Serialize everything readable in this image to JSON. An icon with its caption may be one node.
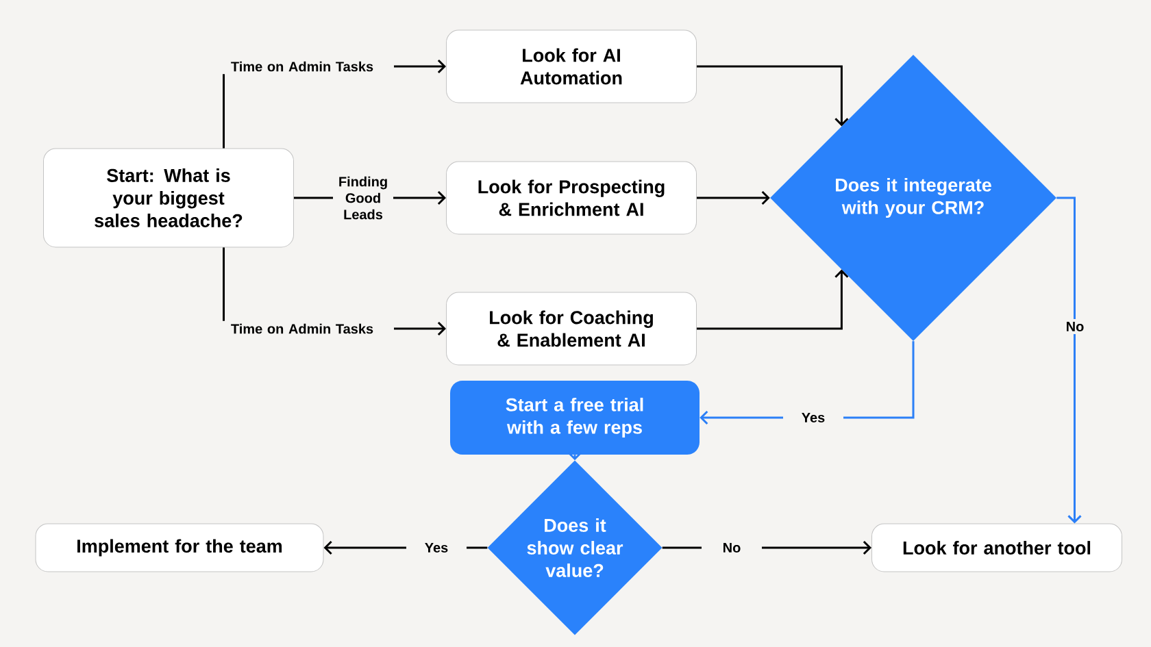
{
  "diagram": {
    "nodes": [
      {
        "text": [
          "Start: What is your biggest sales headache?"
        ]
      },
      {
        "text": [
          "Look for AI Automation"
        ]
      },
      {
        "text": [
          "Look for Prospecting & Enrichment AI"
        ]
      },
      {
        "text": [
          "Look for Coaching & Enablement AI"
        ]
      },
      {
        "text": [
          "Does it integerate with your CRM?"
        ]
      },
      {
        "text": [
          "Start a free trial with a few reps"
        ]
      },
      {
        "text": [
          "Does it show clear value?"
        ]
      },
      {
        "text": [
          "Implement for the team"
        ]
      },
      {
        "text": [
          "Look for another tool"
        ]
      }
    ],
    "edges": [
      {
        "from": 0,
        "to": 1,
        "arrow": "to",
        "label": "Time on Admin Tasks"
      },
      {
        "from": 0,
        "to": 2,
        "arrow": "to",
        "label": "Finding Good Leads"
      },
      {
        "from": 0,
        "to": 3,
        "arrow": "to",
        "label": "Time on Admin Tasks"
      },
      {
        "from": 1,
        "to": 4,
        "arrow": "to"
      },
      {
        "from": 2,
        "to": 4,
        "arrow": "to"
      },
      {
        "from": 3,
        "to": 4,
        "arrow": "to"
      },
      {
        "from": 4,
        "to": 5,
        "arrow": "to",
        "label": "Yes",
        "color": "#2b7ff7"
      },
      {
        "from": 4,
        "to": 8,
        "arrow": "to",
        "label": "No",
        "color": "#2b7ff7"
      },
      {
        "from": 5,
        "to": 6,
        "arrow": "to",
        "color": "#2b7ff7"
      },
      {
        "from": 6,
        "to": 7,
        "arrow": "to",
        "label": "Yes"
      },
      {
        "from": 6,
        "to": 8,
        "arrow": "to",
        "label": "No"
      }
    ]
  }
}
